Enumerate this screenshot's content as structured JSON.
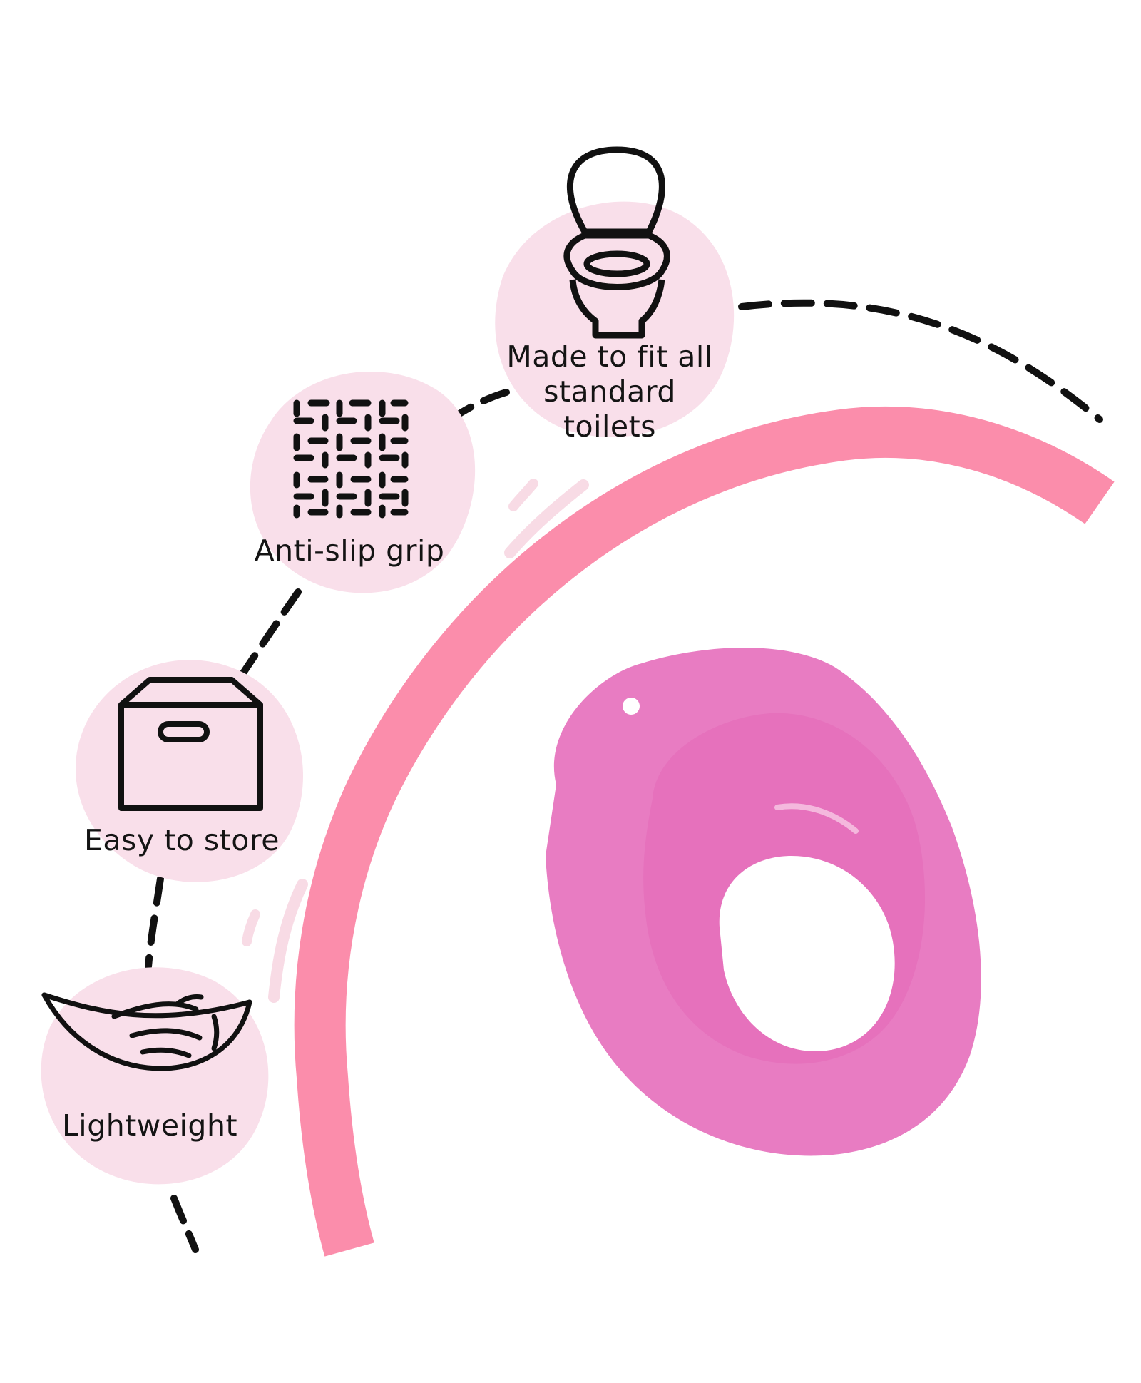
{
  "features": [
    {
      "id": "fit",
      "label": "Made to fit all\nstandard\ntoilets",
      "icon": "toilet-icon"
    },
    {
      "id": "grip",
      "label": "Anti-slip grip",
      "icon": "grip-texture-icon"
    },
    {
      "id": "store",
      "label": "Easy to store",
      "icon": "storage-box-icon"
    },
    {
      "id": "light",
      "label": "Lightweight",
      "icon": "feather-icon"
    }
  ],
  "colors": {
    "blob": "#f9dfea",
    "ring": "#fb8dab",
    "seat": "#e87cc2",
    "seat_shade": "#e25fb4",
    "dash": "#111111",
    "spark": "#f8dbe5"
  }
}
